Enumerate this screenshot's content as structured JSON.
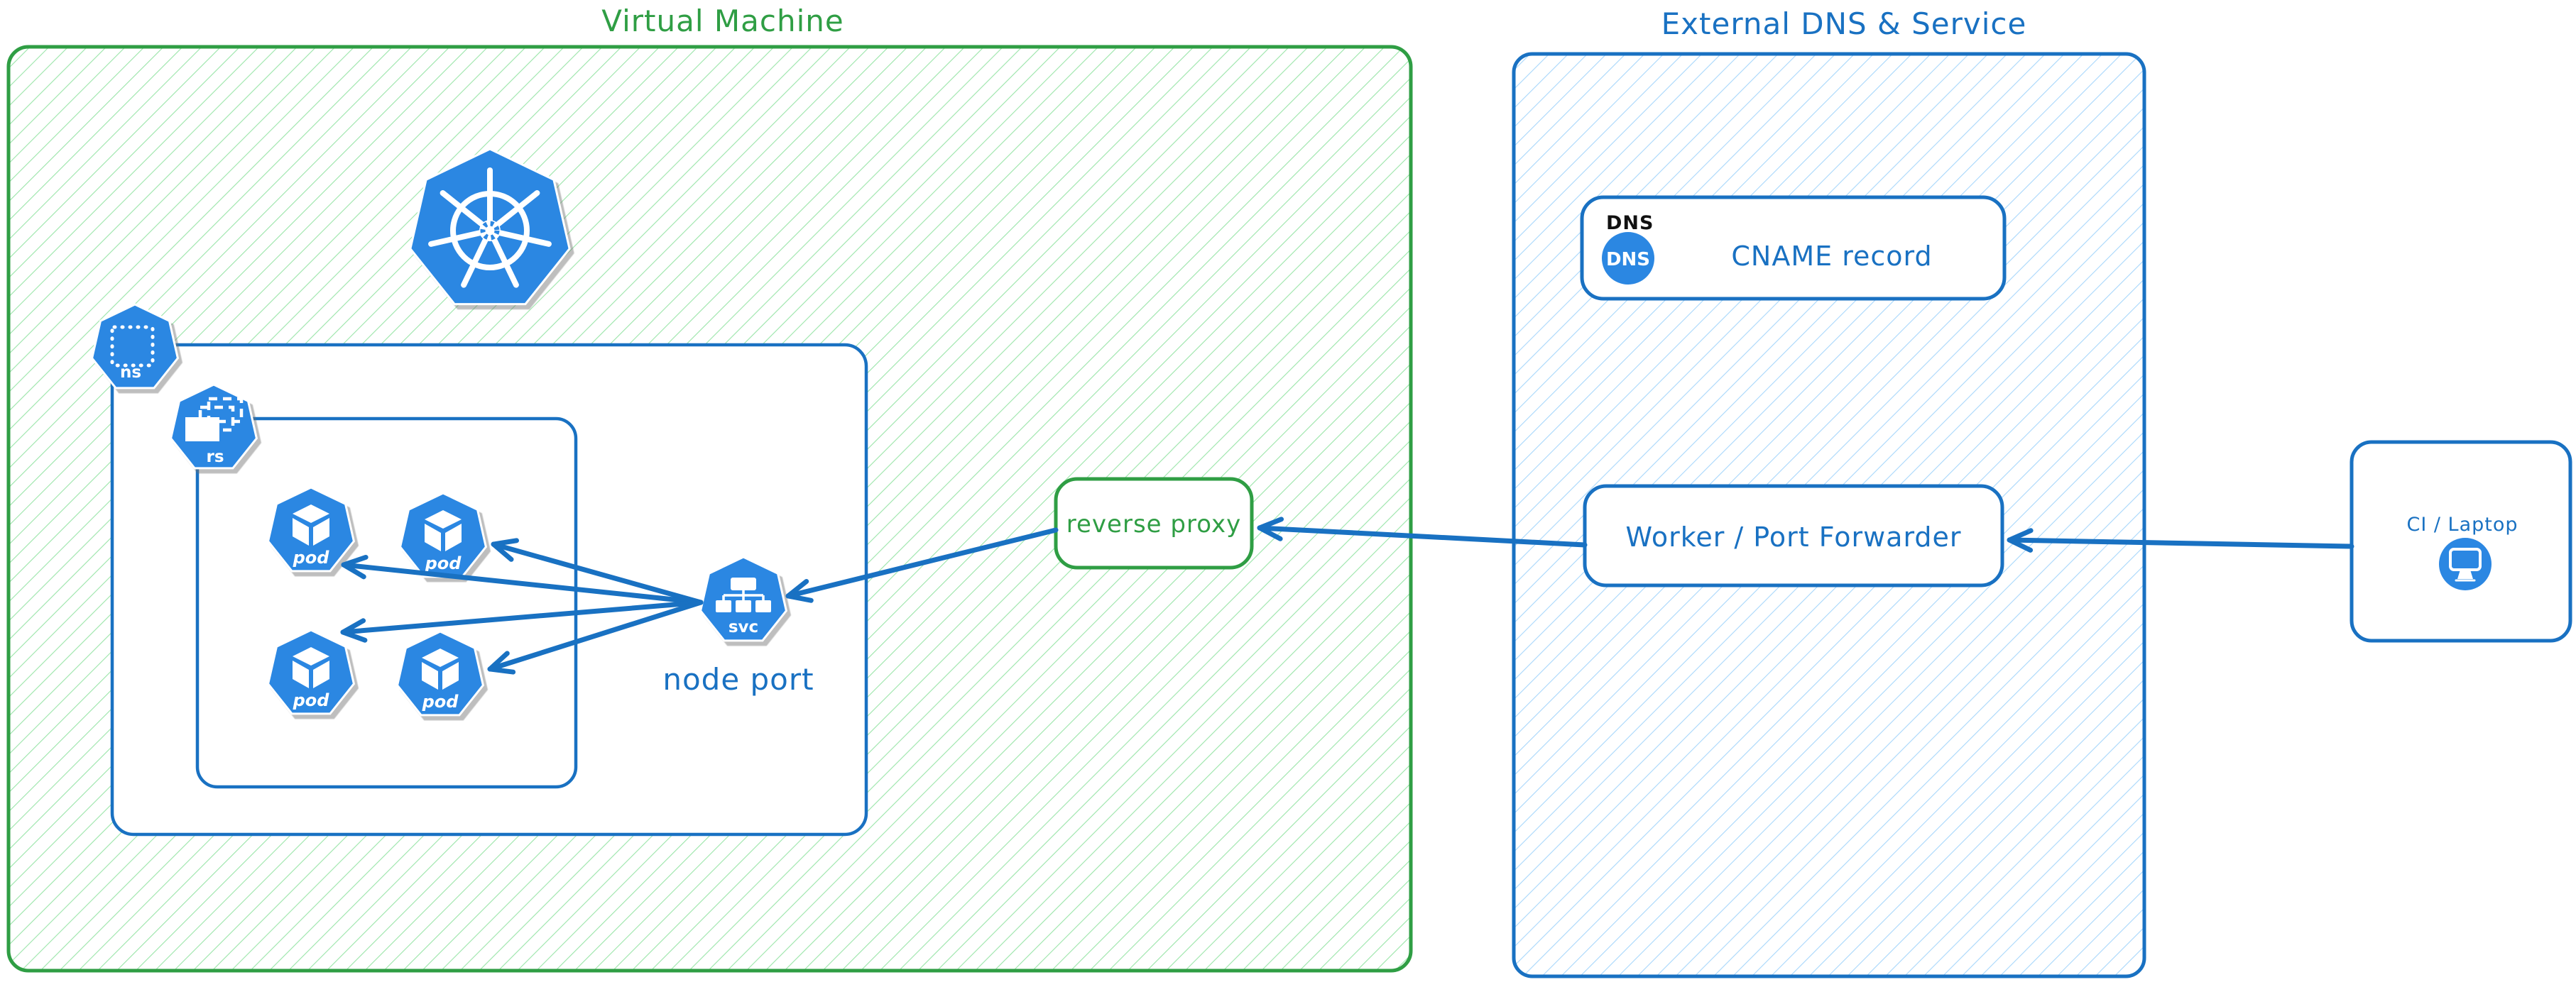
{
  "vm_region": {
    "title": "Virtual Machine",
    "namespace_icon_label": "ns",
    "replicaset_icon_label": "rs",
    "pod_labels": [
      "pod",
      "pod",
      "pod",
      "pod"
    ],
    "service_icon_label": "svc",
    "service_caption": "node port",
    "reverse_proxy_label": "reverse proxy"
  },
  "external_region": {
    "title": "External DNS & Service",
    "dns_card": {
      "tag": "DNS",
      "badge": "DNS",
      "label": "CNAME record"
    },
    "worker_card": {
      "label": "Worker / Port Forwarder"
    }
  },
  "client_card": {
    "label": "CI / Laptop"
  },
  "colors": {
    "green_stroke": "#2f9e44",
    "green_hatch": "#9ae5a9",
    "blue_stroke": "#1971c2",
    "blue_hatch": "#a8d7fb",
    "icon_fill": "#2b87e2",
    "badge_fill": "#2b87e2"
  }
}
